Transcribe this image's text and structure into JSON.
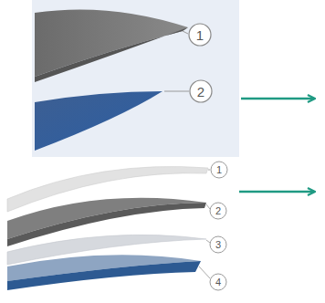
{
  "diagram": {
    "labels": [
      "1",
      "2",
      "1",
      "2",
      "3",
      "4"
    ]
  }
}
